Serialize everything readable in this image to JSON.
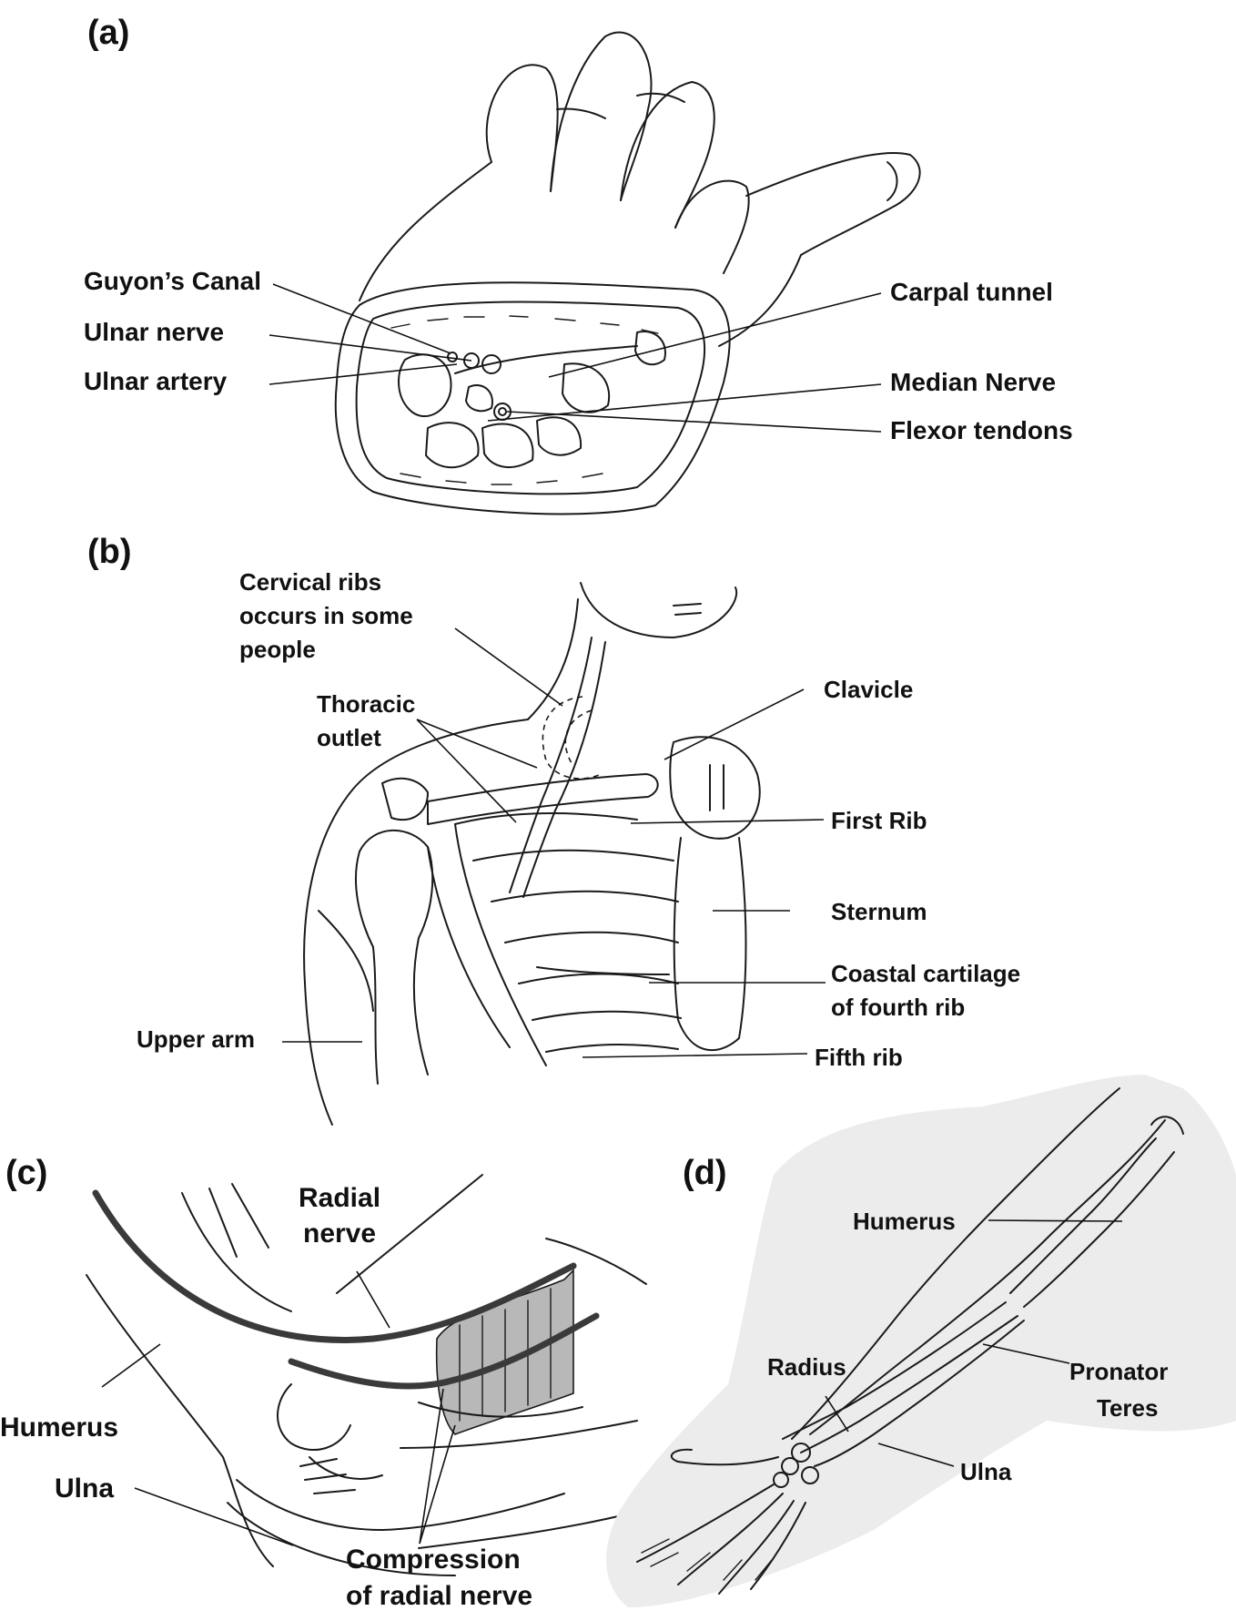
{
  "panels": {
    "a": {
      "tag": "(a)",
      "labels": {
        "guyons_canal": "Guyon’s Canal",
        "ulnar_nerve": "Ulnar nerve",
        "ulnar_artery": "Ulnar artery",
        "carpal_tunnel": "Carpal tunnel",
        "median_nerve": "Median Nerve",
        "flexor_tendons": "Flexor tendons"
      }
    },
    "b": {
      "tag": "(b)",
      "labels": {
        "cervical_ribs_1": "Cervical ribs",
        "cervical_ribs_2": "occurs in some",
        "cervical_ribs_3": "people",
        "thoracic_outlet_1": "Thoracic",
        "thoracic_outlet_2": "outlet",
        "clavicle": "Clavicle",
        "first_rib": "First Rib",
        "sternum": "Sternum",
        "coastal_cartilage_1": "Coastal cartilage",
        "coastal_cartilage_2": "of fourth rib",
        "upper_arm": "Upper arm",
        "fifth_rib": "Fifth rib"
      }
    },
    "c": {
      "tag": "(c)",
      "labels": {
        "radial_nerve_1": "Radial",
        "radial_nerve_2": "nerve",
        "humerus": "Humerus",
        "ulna": "Ulna",
        "compression_1": "Compression",
        "compression_2": "of radial nerve"
      }
    },
    "d": {
      "tag": "(d)",
      "labels": {
        "humerus": "Humerus",
        "radius": "Radius",
        "pronator_teres_1": "Pronator",
        "pronator_teres_2": "Teres",
        "ulna": "Ulna"
      }
    }
  },
  "colors": {
    "ink": "#1a1a1a",
    "muscle_fill": "#b8b8b8",
    "background_wash": "#ececec"
  }
}
